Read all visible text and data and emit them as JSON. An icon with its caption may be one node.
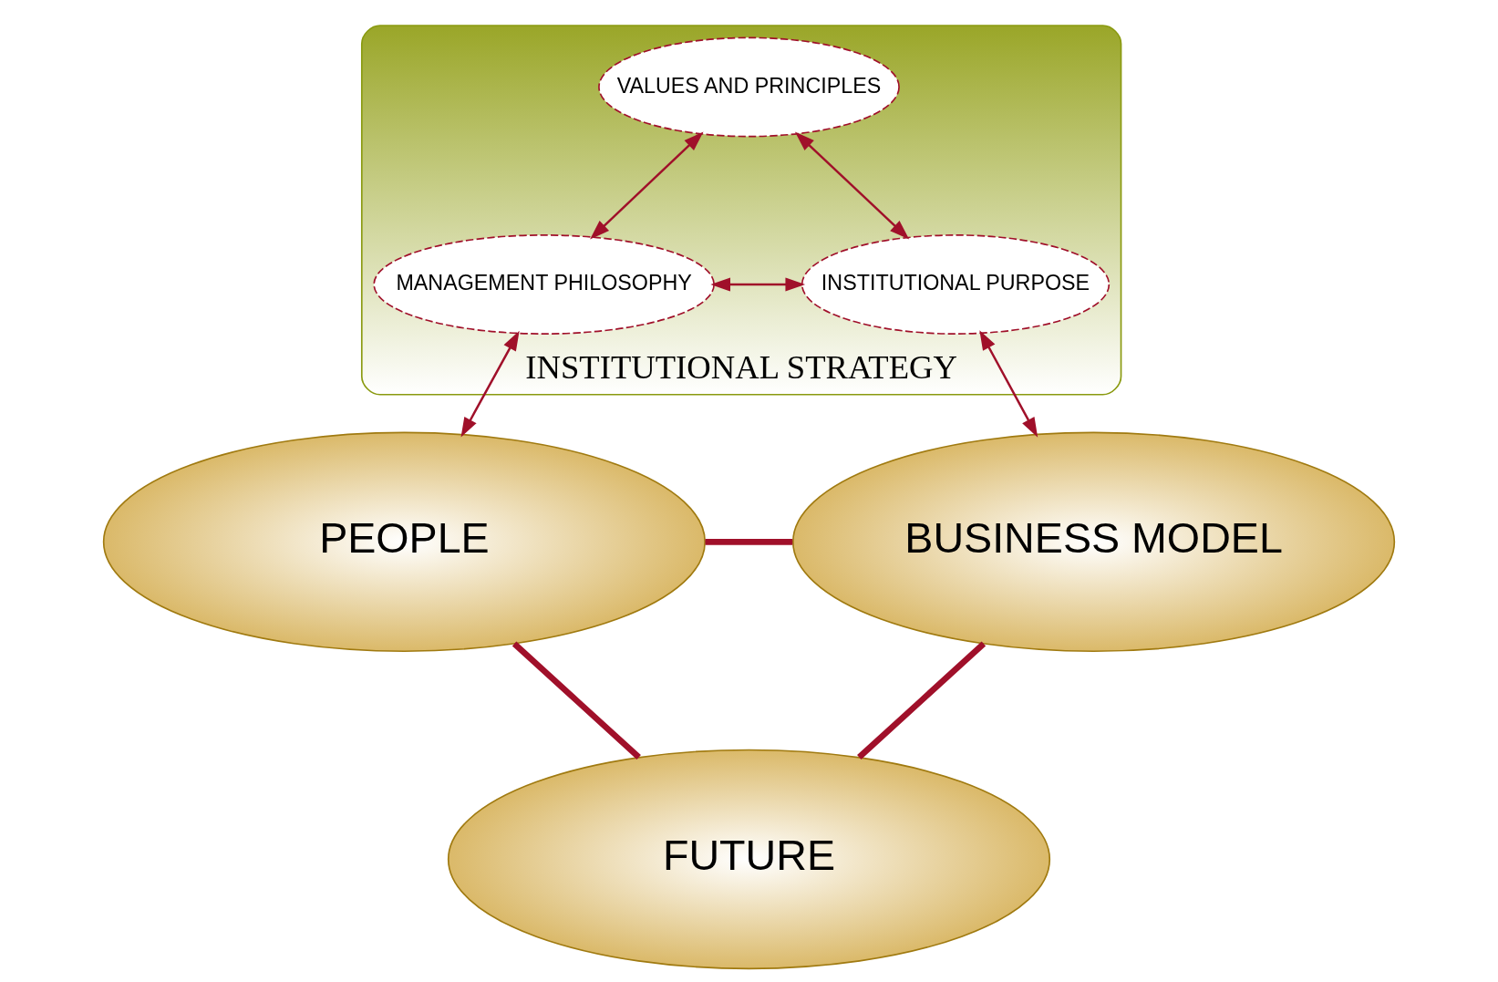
{
  "diagram": {
    "nodes": [
      {
        "text": [
          "INSTITUTIONAL STRATEGY"
        ]
      },
      {
        "text": [
          "VALUES AND PRINCIPLES"
        ],
        "in": 0
      },
      {
        "text": [
          "MANAGEMENT PHILOSOPHY"
        ],
        "in": 0
      },
      {
        "text": [
          "INSTITUTIONAL PURPOSE"
        ],
        "in": 0
      },
      {
        "text": [
          "PEOPLE"
        ]
      },
      {
        "text": [
          "BUSINESS MODEL"
        ]
      },
      {
        "text": [
          "FUTURE"
        ]
      }
    ],
    "edges": [
      {
        "from": 2,
        "to": 1,
        "arrow": "both"
      },
      {
        "from": 1,
        "to": 3,
        "arrow": "both"
      },
      {
        "from": 2,
        "to": 3,
        "arrow": "both"
      },
      {
        "from": 2,
        "to": 4,
        "arrow": "both"
      },
      {
        "from": 3,
        "to": 5,
        "arrow": "both"
      },
      {
        "from": 4,
        "to": 5,
        "arrow": "none",
        "style": "thick"
      },
      {
        "from": 4,
        "to": 6,
        "arrow": "none",
        "style": "thick"
      },
      {
        "from": 5,
        "to": 6,
        "arrow": "none",
        "style": "thick"
      }
    ]
  }
}
